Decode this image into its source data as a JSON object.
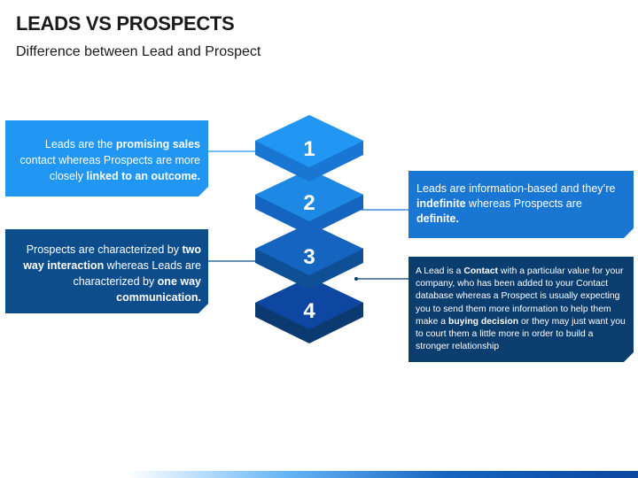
{
  "title": "LEADS VS PROSPECTS",
  "subtitle": "Difference between Lead and Prospect",
  "steps": [
    {
      "number": "1",
      "color": "#2196f3"
    },
    {
      "number": "2",
      "color": "#1e88e5"
    },
    {
      "number": "3",
      "color": "#1565c0"
    },
    {
      "number": "4",
      "color": "#0d47a1"
    }
  ],
  "box1": {
    "t1": "Leads are the ",
    "b1": "promising sales",
    "t2": " contact whereas Prospects are more closely ",
    "b2": "linked to an outcome."
  },
  "box2": {
    "t1": "Leads are information-based and they’re ",
    "b1": "indefinite",
    "t2": " whereas Prospects are ",
    "b2": "definite."
  },
  "box3": {
    "t1": "Prospects are characterized by ",
    "b1": "two way interaction",
    "t2": " whereas Leads are characterized by ",
    "b2": "one way communication."
  },
  "box4": {
    "t1": "A Lead is a ",
    "b1": "Contact",
    "t2": " with a particular value for your company, who has been added to your Contact database whereas a Prospect is usually expecting you to send them more information to help them make a ",
    "b2": "buying decision",
    "t3": " or they may just want you to court them a little more in order to build a stronger relationship"
  }
}
